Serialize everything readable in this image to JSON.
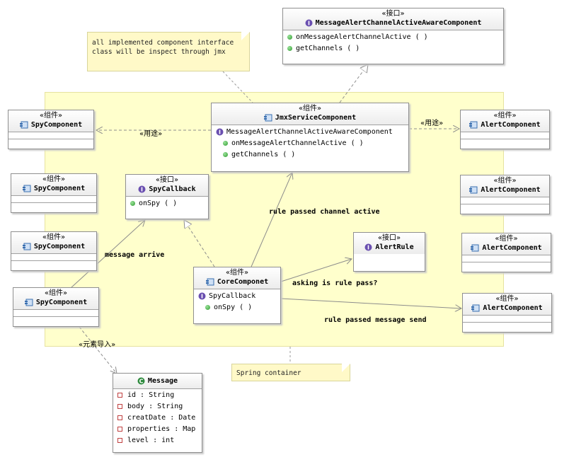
{
  "stereotypes": {
    "interface": "«接口»",
    "component": "«组件»"
  },
  "notes": {
    "jmx": "all implemented component interface\nclass will be inspect through jmx",
    "spring": "Spring container"
  },
  "classes": {
    "alert_active_iface": {
      "name": "MessageAlertChannelActiveAwareComponent",
      "ops": [
        "onMessageAlertChannelActive ( )",
        "getChannels ( )"
      ]
    },
    "jmx_service": {
      "name": "JmxServiceComponent",
      "realized": "MessageAlertChannelActiveAwareComponent",
      "ops": [
        "onMessageAlertChannelActive ( )",
        "getChannels ( )"
      ]
    },
    "spy_callback": {
      "name": "SpyCallback",
      "ops": [
        "onSpy ( )"
      ]
    },
    "alert_rule": {
      "name": "AlertRule"
    },
    "core": {
      "name": "CoreComponet",
      "realized": "SpyCallback",
      "ops": [
        "onSpy ( )"
      ]
    },
    "spy": {
      "name": "SpyComponent"
    },
    "alert": {
      "name": "AlertComponent"
    },
    "message": {
      "name": "Message",
      "attrs": [
        "id : String",
        "body : String",
        "creatDate : Date",
        "properties : Map",
        "level : int"
      ]
    }
  },
  "edge_labels": {
    "use_left": "«用途»",
    "use_right": "«用途»",
    "element_import": "«元素导入»",
    "rule_passed_channel_active": "rule passed channel active",
    "message_arrive": "message arrive",
    "asking_rule": "asking is rule pass?",
    "rule_passed_message_send": "rule passed message send"
  },
  "colors": {
    "container_fill": "#ffffcc",
    "note_fill": "#fff9c8",
    "interface_icon": "#6a4fb0",
    "class_icon": "#2e8b3e",
    "component_icon": "#3a6fb0",
    "operation_icon": "#2f9a2f",
    "attribute_icon": "#c04040"
  }
}
